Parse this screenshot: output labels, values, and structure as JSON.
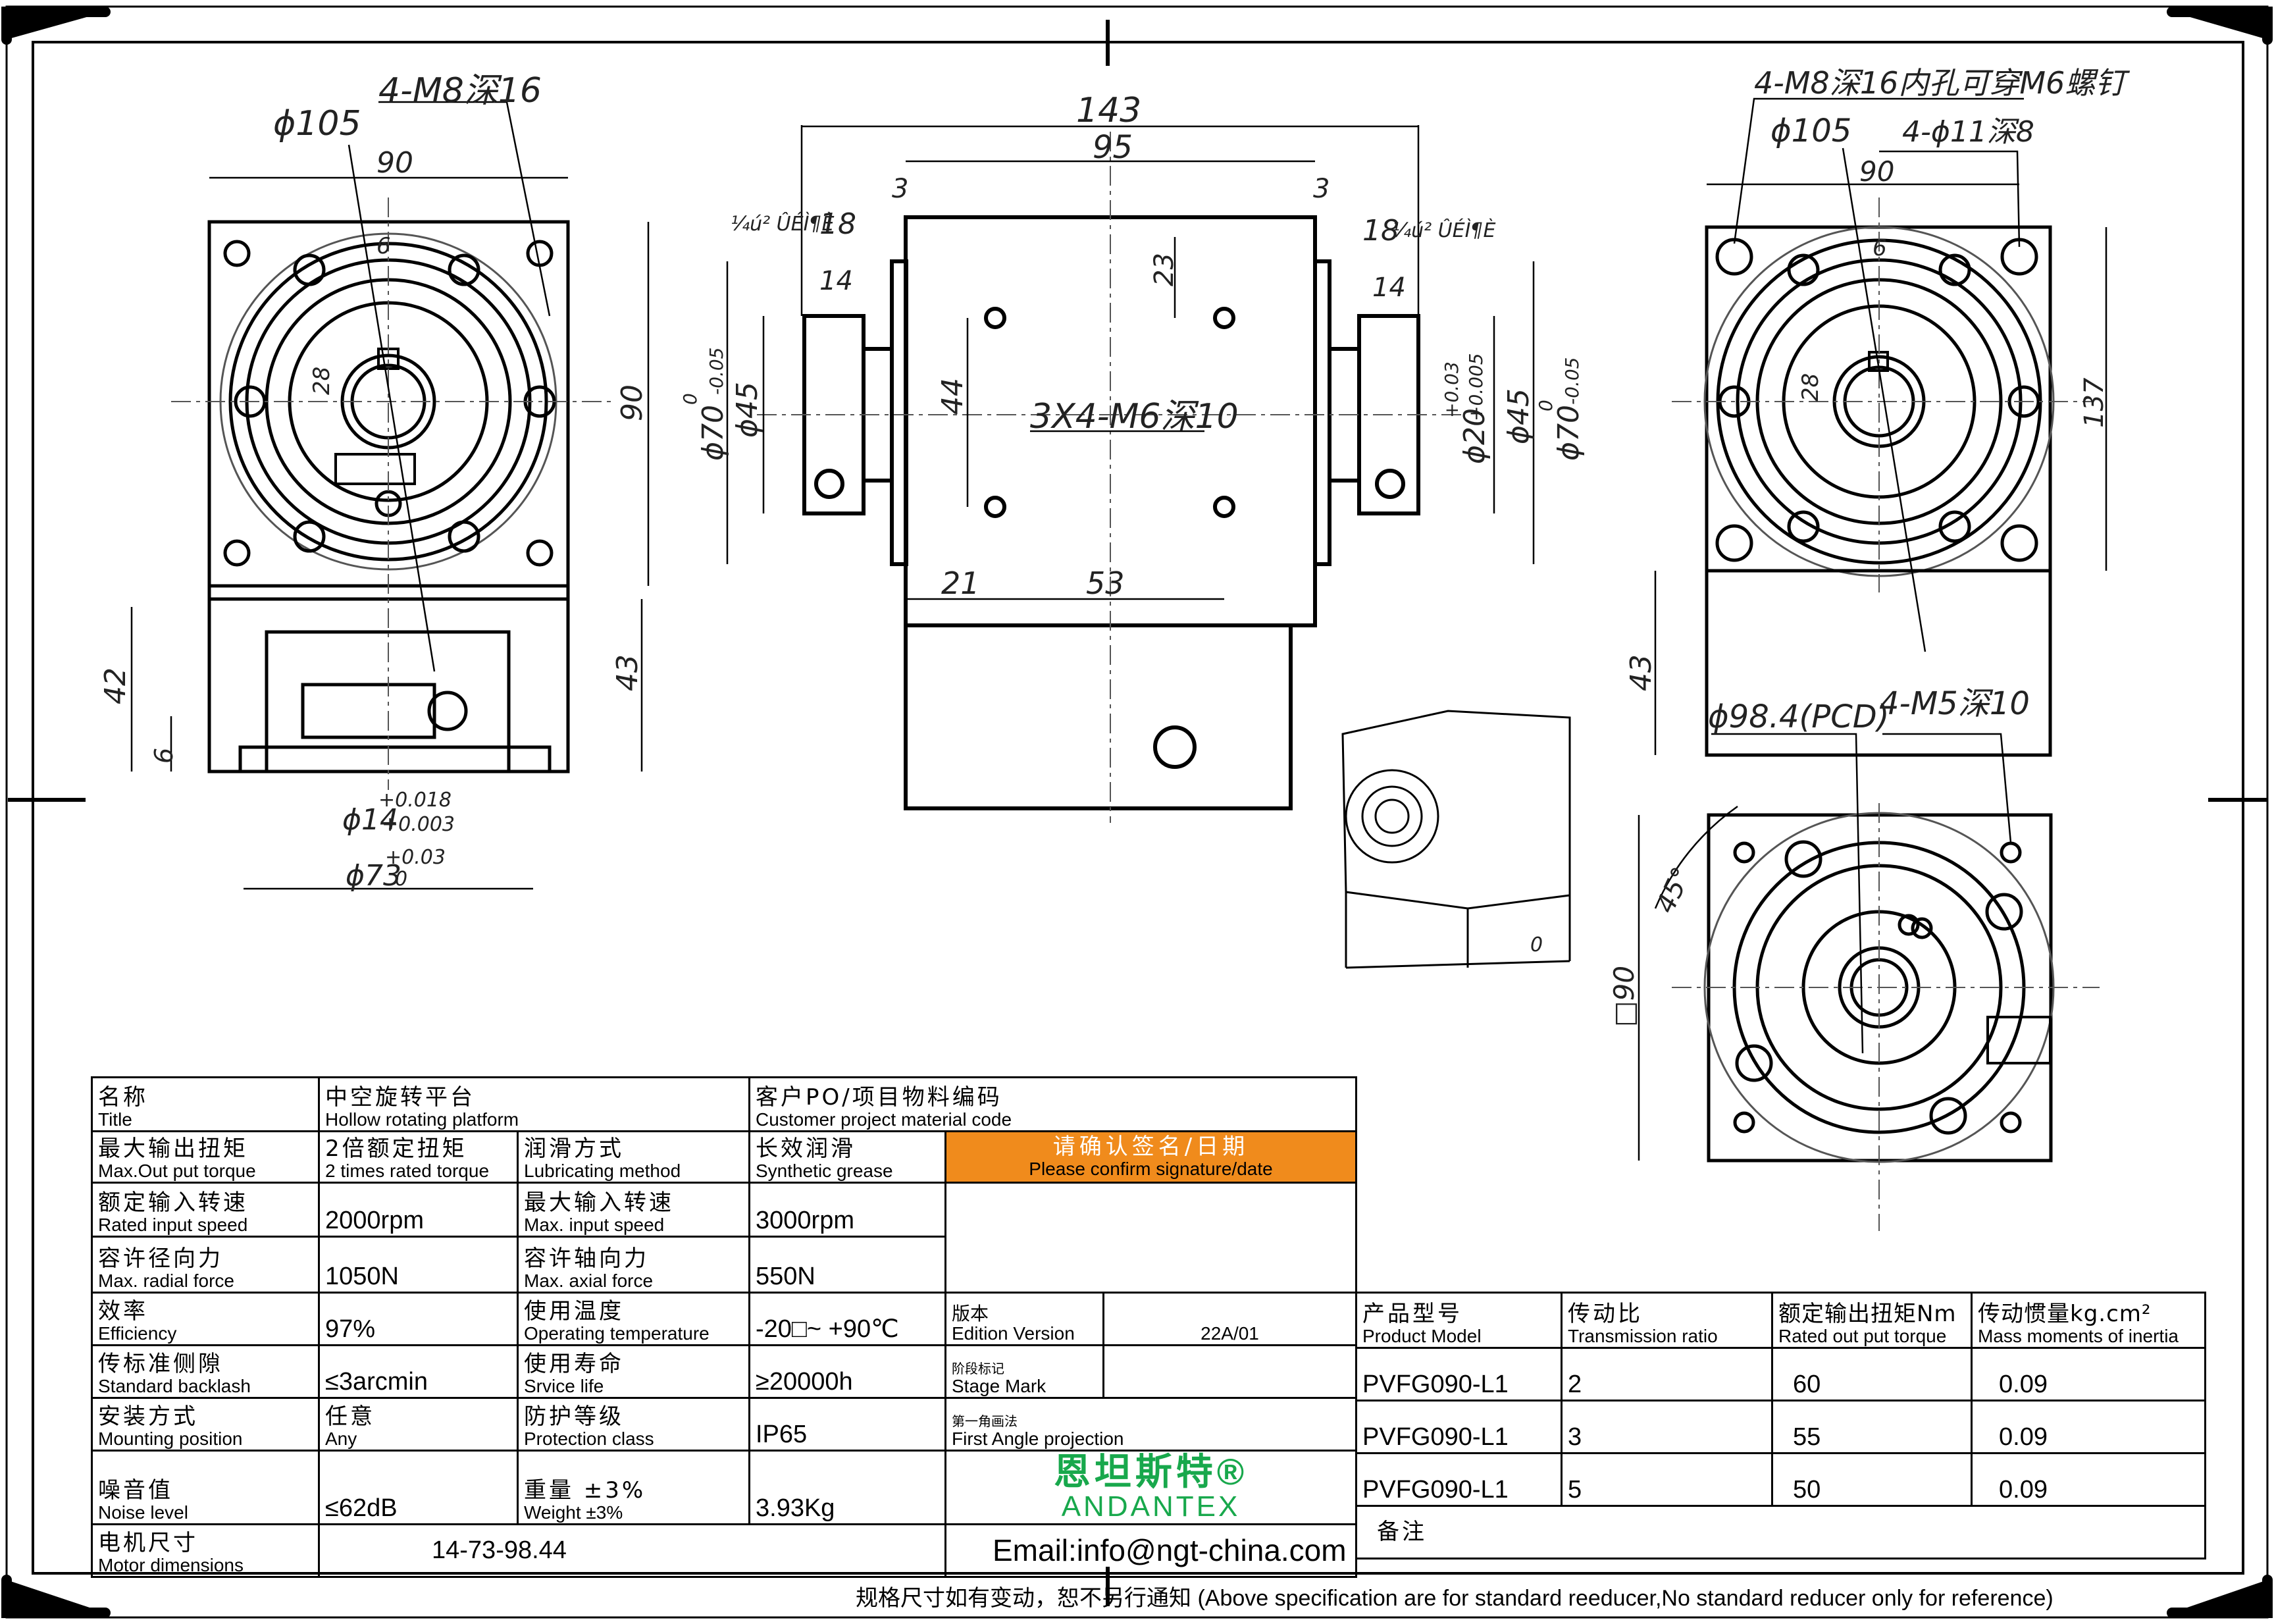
{
  "dimensions": {
    "left_view": {
      "thread_holes": "4-M8深16",
      "bolt_circle": "ϕ105",
      "width_top": "90",
      "height_right": "90",
      "height_42": "42",
      "height_43": "43",
      "offset_6": "6",
      "small_6": "6",
      "radius_28": "28",
      "shaft_dia": "ϕ14",
      "shaft_tol_upper": "+0.018",
      "shaft_tol_lower": "+0.003",
      "base_dia": "ϕ73",
      "base_tol_upper": "+0.03",
      "base_tol_lower": "0"
    },
    "center_view": {
      "total_length": "143",
      "body_length": "95",
      "gap_3_left": "3",
      "gap_3_right": "3",
      "mark_18_left": "18",
      "mark_18_right": "18",
      "garbled_left": "¼ú² ÛÉÌ¶È",
      "garbled_right": "¼ú² ÛÉÌ¶È",
      "width_14_left": "14",
      "width_14_right": "14",
      "offset_23": "23",
      "dia_70_left": "ϕ70",
      "dia_70_left_tol_upper": "0",
      "dia_70_left_tol_lower": "-0.05",
      "dia_45_left": "ϕ45",
      "spacing_44": "44",
      "holes": "3X4-M6深10",
      "dia_20": "ϕ20",
      "dia_20_tol_upper": "+0.03",
      "dia_20_tol_lower": "+0.005",
      "dia_45_right": "ϕ45",
      "dia_70_right": "ϕ70",
      "dia_70_right_tol_upper": "0",
      "dia_70_right_tol_lower": "-0.05",
      "offset_21": "21",
      "spacing_53": "53"
    },
    "right_view": {
      "holes_top": "4-M8深16内孔可穿M6螺钉",
      "bolt_circle": "ϕ105",
      "holes_small": "4-ϕ11深8",
      "width_90": "90",
      "height_137": "137",
      "small_6": "6",
      "radius_28": "28",
      "height_43": "43"
    },
    "bottom_view": {
      "pcd": "ϕ98.4(PCD)",
      "holes": "4-M5深10",
      "angle": "45°",
      "square": "□90"
    },
    "iso_view": {
      "label": "0"
    }
  },
  "table": {
    "name_zh": "名称",
    "name_en": "Title",
    "name_value_zh": "中空旋转平台",
    "name_value_en": "Hollow rotating platform",
    "customer_zh": "客户PO/项目物料编码",
    "customer_en": "Customer project material code",
    "torque_zh": "最大输出扭矩",
    "torque_en": "Max.Out put torque",
    "torque_value_zh": "2倍额定扭矩",
    "torque_value_en": "2 times rated torque",
    "lube_zh": "润滑方式",
    "lube_en": "Lubricating method",
    "lube_value_zh": "长效润滑",
    "lube_value_en": "Synthetic grease",
    "confirm_zh": "请确认签名/日期",
    "confirm_en": "Please confirm signature/date",
    "rated_speed_zh": "额定输入转速",
    "rated_speed_en": "Rated input speed",
    "rated_speed_value": "2000rpm",
    "max_speed_zh": "最大输入转速",
    "max_speed_en": "Max. input speed",
    "max_speed_value": "3000rpm",
    "radial_zh": "容许径向力",
    "radial_en": "Max. radial force",
    "radial_value": "1050N",
    "axial_zh": "容许轴向力",
    "axial_en": "Max. axial force",
    "axial_value": "550N",
    "eff_zh": "效率",
    "eff_en": "Efficiency",
    "eff_value": "97%",
    "temp_zh": "使用温度",
    "temp_en": "Operating temperature",
    "temp_value": "-20□~ +90℃",
    "edition_zh": "版本",
    "edition_en": "Edition Version",
    "edition_value": "22A/01",
    "backlash_zh": "传标准侧隙",
    "backlash_en": "Standard backlash",
    "backlash_value": "≤3arcmin",
    "life_zh": "使用寿命",
    "life_en": "Srvice life",
    "life_value": "≥20000h",
    "stage_zh": "阶段标记",
    "stage_en": "Stage Mark",
    "mount_zh": "安装方式",
    "mount_en": "Mounting position",
    "mount_value_zh": "任意",
    "mount_value_en": "Any",
    "protect_zh": "防护等级",
    "protect_en": "Protection class",
    "protect_value": "IP65",
    "projection_zh": "第一角画法",
    "projection_en": "First Angle projection",
    "noise_zh": "噪音值",
    "noise_en": "Noise level",
    "noise_value": "≤62dB",
    "weight_zh": "重量 ±3%",
    "weight_en": "Weight ±3%",
    "weight_value": "3.93Kg",
    "logo_zh": "恩坦斯特®",
    "logo_en": "ANDANTEX",
    "motor_zh": "电机尺寸",
    "motor_en": "Motor dimensions",
    "motor_value": "14-73-98.44",
    "email": "Email:info@ngt-china.com",
    "remark_zh": "备注"
  },
  "model_table": {
    "headers": [
      {
        "zh": "产品型号",
        "en": "Product Model"
      },
      {
        "zh": "传动比",
        "en": "Transmission ratio"
      },
      {
        "zh": "额定输出扭矩Nm",
        "en": "Rated out put torque"
      },
      {
        "zh": "传动惯量kg.cm²",
        "en": "Mass moments of inertia"
      }
    ],
    "rows": [
      [
        "PVFG090-L1",
        "2",
        "60",
        "0.09"
      ],
      [
        "PVFG090-L1",
        "3",
        "55",
        "0.09"
      ],
      [
        "PVFG090-L1",
        "5",
        "50",
        "0.09"
      ]
    ]
  },
  "footer_note": "规格尺寸如有变动，恕不另行通知   (Above specification are for standard reeducer,No standard reducer only for reference)"
}
